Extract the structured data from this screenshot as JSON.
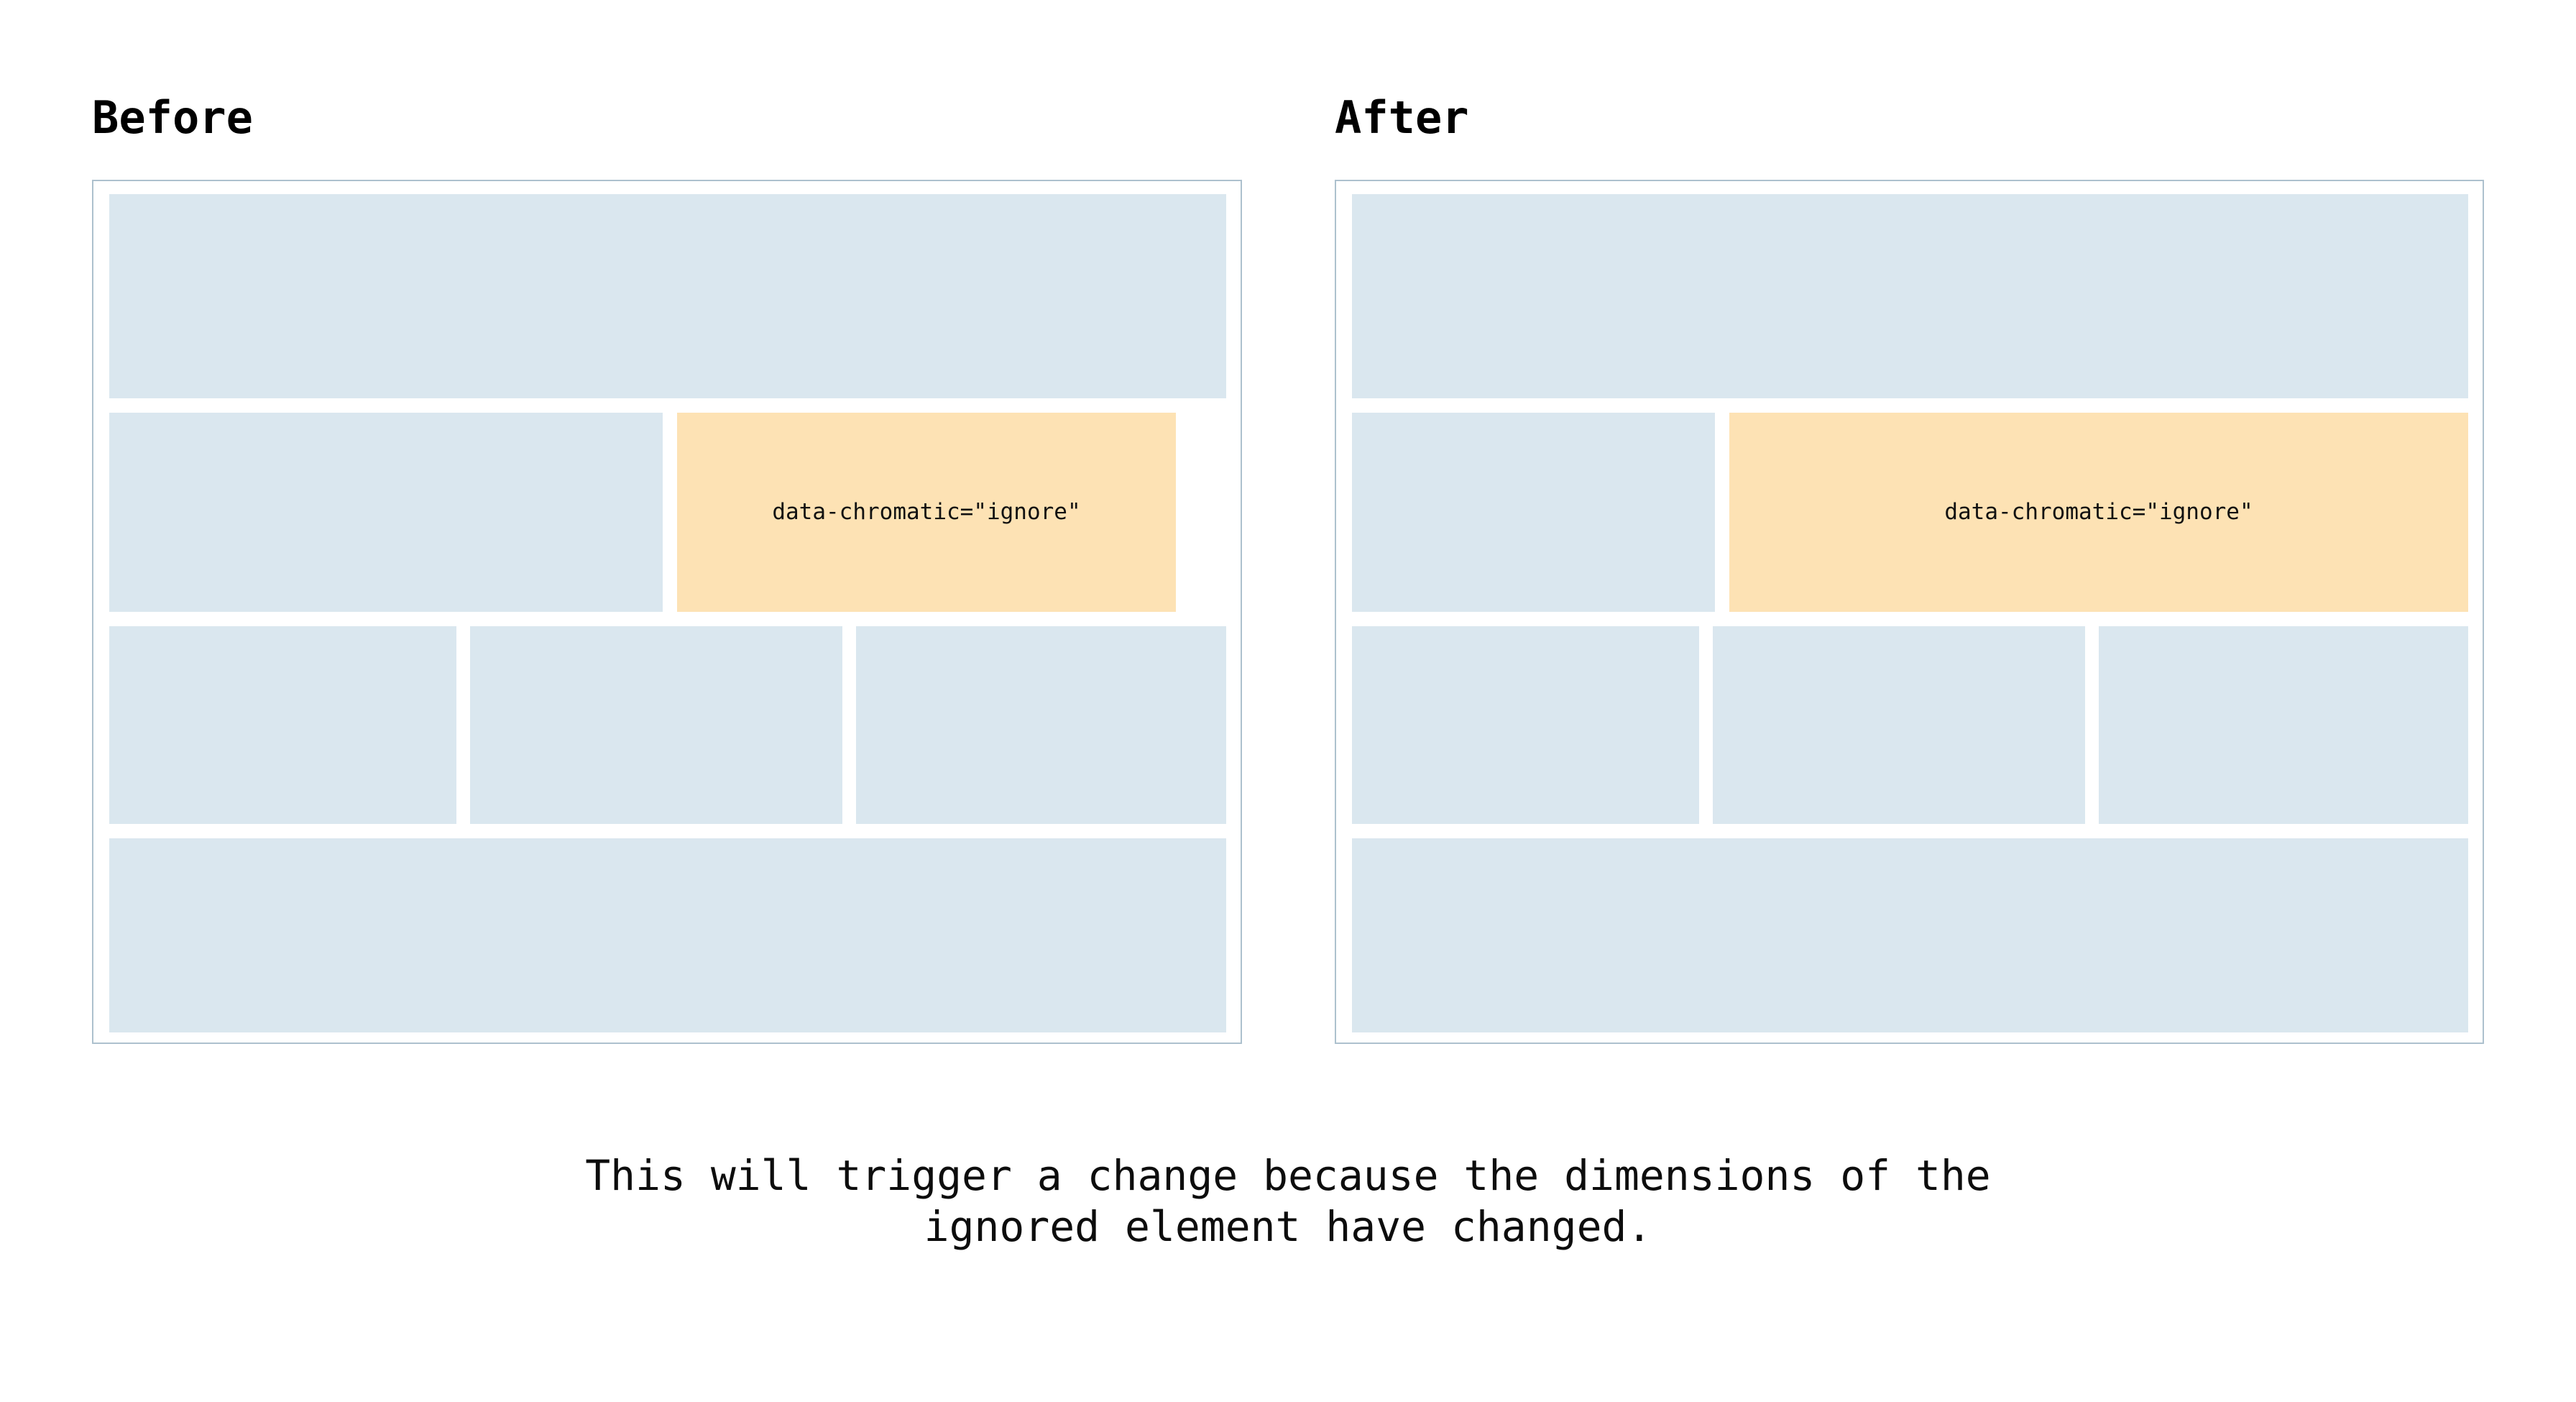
{
  "page": {
    "background_color": "#ffffff",
    "caption_line_1": "This will trigger a change because the dimensions of the",
    "caption_line_2": "ignored element have changed."
  },
  "colors": {
    "panel_border": "#adc1ce",
    "skeleton_block": "#dae7ef",
    "ignored_block": "#fde2b4",
    "text": "#000000"
  },
  "panels": [
    {
      "id": "before",
      "title": "Before",
      "rows": [
        {
          "blocks": [
            {
              "type": "skeleton",
              "label": ""
            }
          ]
        },
        {
          "blocks": [
            {
              "type": "skeleton",
              "label": ""
            },
            {
              "type": "ignored",
              "label": "data-chromatic=\"ignore\""
            }
          ]
        },
        {
          "blocks": [
            {
              "type": "skeleton",
              "label": ""
            },
            {
              "type": "skeleton",
              "label": ""
            },
            {
              "type": "skeleton",
              "label": ""
            }
          ]
        },
        {
          "blocks": [
            {
              "type": "skeleton",
              "label": ""
            }
          ]
        }
      ]
    },
    {
      "id": "after",
      "title": "After",
      "rows": [
        {
          "blocks": [
            {
              "type": "skeleton",
              "label": ""
            }
          ]
        },
        {
          "blocks": [
            {
              "type": "skeleton",
              "label": ""
            },
            {
              "type": "ignored",
              "label": "data-chromatic=\"ignore\""
            }
          ]
        },
        {
          "blocks": [
            {
              "type": "skeleton",
              "label": ""
            },
            {
              "type": "skeleton",
              "label": ""
            },
            {
              "type": "skeleton",
              "label": ""
            }
          ]
        },
        {
          "blocks": [
            {
              "type": "skeleton",
              "label": ""
            }
          ]
        }
      ]
    }
  ]
}
